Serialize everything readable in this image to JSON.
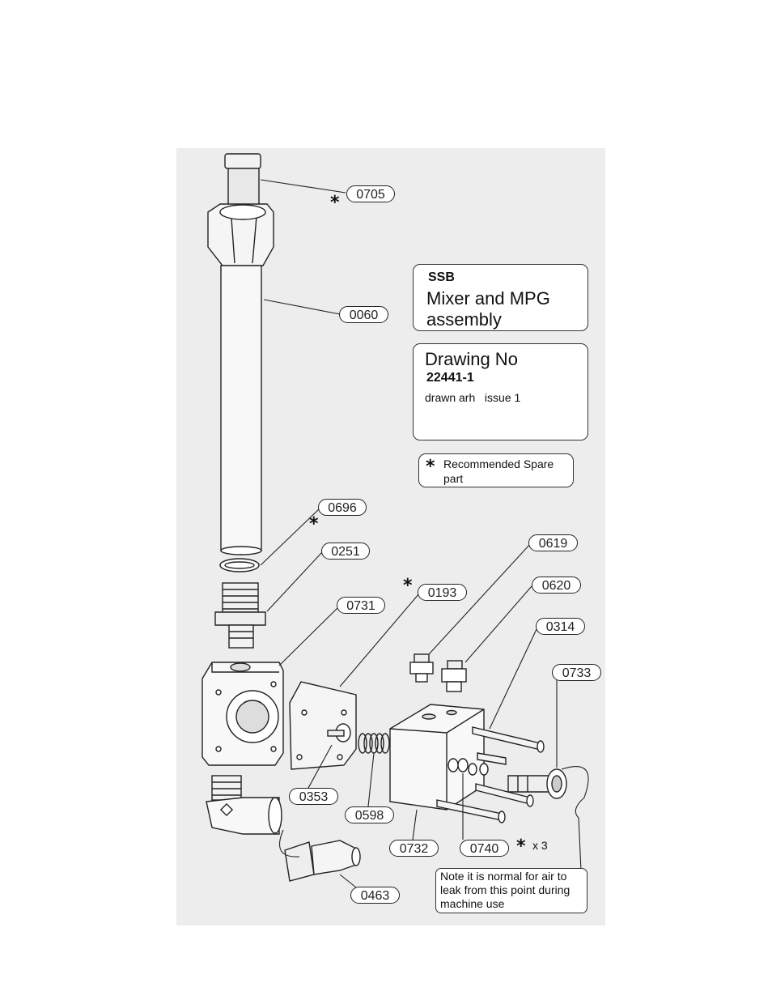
{
  "title_box": {
    "line1": "SSB",
    "line2": "Mixer and MPG",
    "line3": "assembly"
  },
  "drawing_box": {
    "heading": "Drawing No",
    "number": "22441-1",
    "meta": "drawn arh   issue 1"
  },
  "legend": {
    "star": "*",
    "line1": "Recommended Spare",
    "line2": "part"
  },
  "note": {
    "line1": "Note it is normal for air to",
    "line2": "leak from this point during",
    "line3": "machine use"
  },
  "multiplier": "x 3",
  "parts": {
    "p0705": "0705",
    "p0060": "0060",
    "p0696": "0696",
    "p0251": "0251",
    "p0731": "0731",
    "p0193": "0193",
    "p0619": "0619",
    "p0620": "0620",
    "p0314": "0314",
    "p0733": "0733",
    "p0353": "0353",
    "p0598": "0598",
    "p0732": "0732",
    "p0740": "0740",
    "p0463": "0463"
  },
  "colors": {
    "panel": "#ededed",
    "ink": "#222222"
  }
}
